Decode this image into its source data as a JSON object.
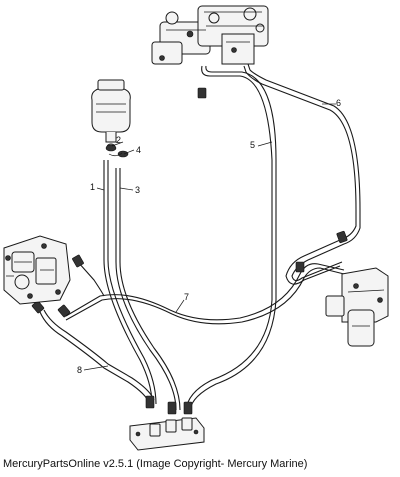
{
  "diagram": {
    "callouts": [
      {
        "id": "1",
        "label": "1"
      },
      {
        "id": "2",
        "label": "2"
      },
      {
        "id": "3",
        "label": "3"
      },
      {
        "id": "4",
        "label": "4"
      },
      {
        "id": "5",
        "label": "5"
      },
      {
        "id": "6",
        "label": "6"
      },
      {
        "id": "7",
        "label": "7"
      },
      {
        "id": "8",
        "label": "8"
      }
    ]
  },
  "footer": {
    "caption": "MercuryPartsOnline v2.5.1 (Image Copyright- Mercury Marine)"
  }
}
